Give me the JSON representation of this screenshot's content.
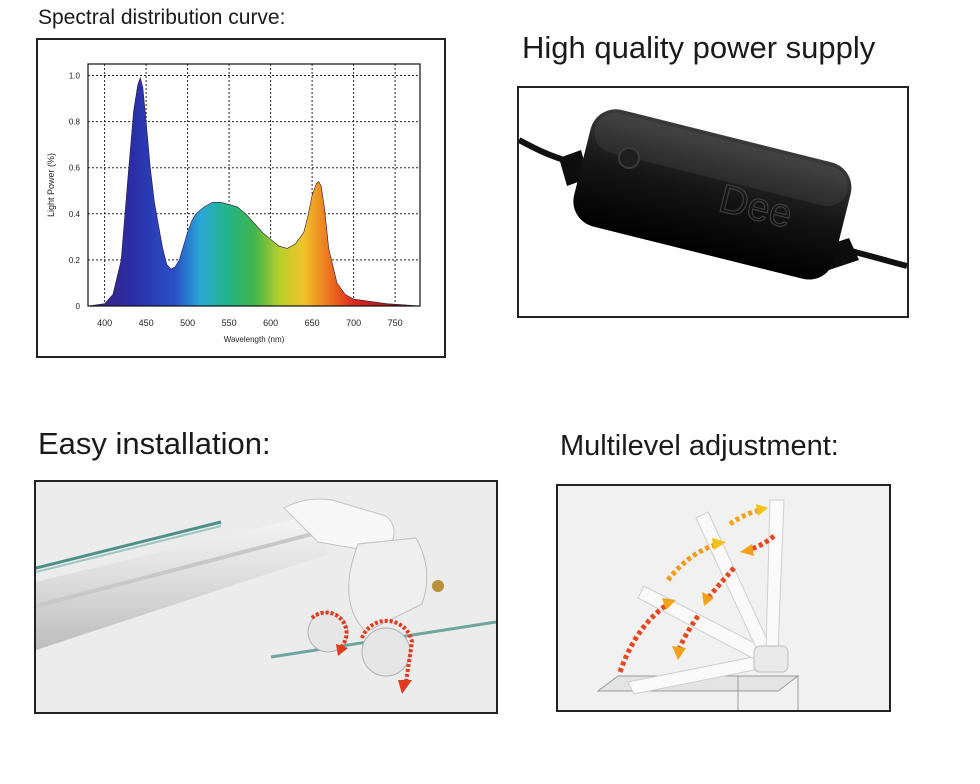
{
  "headings": {
    "spectral": "Spectral distribution curve:",
    "power": "High quality power supply",
    "installation": "Easy installation:",
    "adjustment": "Multilevel adjustment:"
  },
  "power_supply": {
    "brand_text": "Dee"
  },
  "chart_data": {
    "type": "area",
    "title": "",
    "xlabel": "Wavelength (nm)",
    "ylabel": "Light Power (%)",
    "xlim": [
      380,
      780
    ],
    "ylim": [
      0,
      1.05
    ],
    "xticks": [
      400,
      450,
      500,
      550,
      600,
      650,
      700,
      750
    ],
    "yticks": [
      0,
      0.2,
      0.4,
      0.6,
      0.8,
      1.0
    ],
    "ytick_labels": [
      "0",
      "0.2",
      "0.4",
      "0.6",
      "0.8",
      "1.0"
    ],
    "grid": true,
    "fill": "spectral-rainbow",
    "series": [
      {
        "x": [
          380,
          400,
          410,
          420,
          428,
          435,
          440,
          443,
          446,
          450,
          455,
          460,
          465,
          470,
          475,
          480,
          485,
          490,
          495,
          500,
          505,
          510,
          520,
          530,
          540,
          550,
          560,
          570,
          580,
          590,
          600,
          610,
          620,
          630,
          640,
          645,
          650,
          655,
          658,
          661,
          665,
          670,
          680,
          690,
          700,
          720,
          740,
          760,
          780
        ],
        "y": [
          0.0,
          0.01,
          0.05,
          0.2,
          0.55,
          0.85,
          0.96,
          0.99,
          0.95,
          0.8,
          0.6,
          0.45,
          0.35,
          0.25,
          0.18,
          0.16,
          0.17,
          0.2,
          0.26,
          0.32,
          0.37,
          0.4,
          0.43,
          0.45,
          0.45,
          0.44,
          0.43,
          0.4,
          0.36,
          0.32,
          0.29,
          0.26,
          0.25,
          0.27,
          0.32,
          0.39,
          0.48,
          0.53,
          0.54,
          0.52,
          0.42,
          0.25,
          0.1,
          0.05,
          0.03,
          0.02,
          0.01,
          0.005,
          0.0
        ]
      }
    ]
  }
}
